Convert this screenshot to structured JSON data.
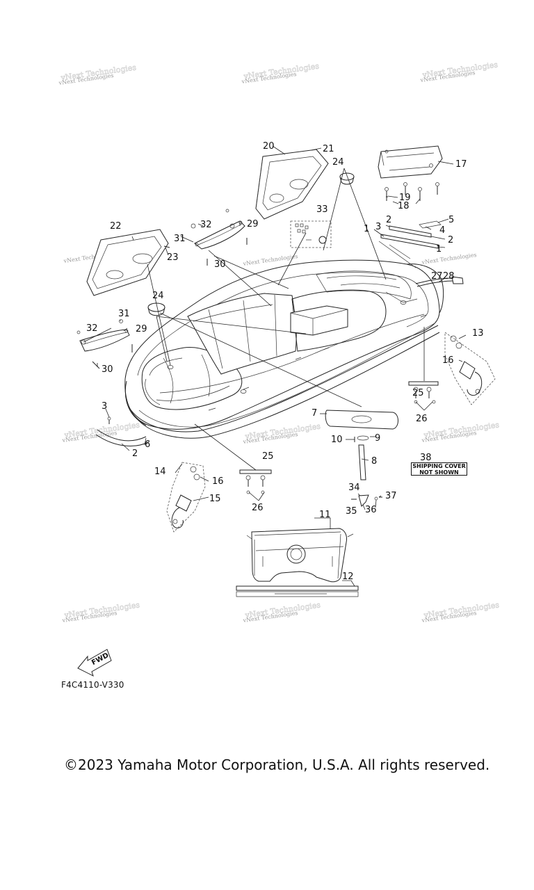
{
  "watermark": {
    "line1": "vNext Technologies",
    "line2": "vNext Technologies"
  },
  "callouts": {
    "c1": "1",
    "c2": "2",
    "c3": "3",
    "c4": "4",
    "c5": "5",
    "c6": "6",
    "c7": "7",
    "c8": "8",
    "c9": "9",
    "c10": "10",
    "c11": "11",
    "c12": "12",
    "c13": "13",
    "c14": "14",
    "c15": "15",
    "c16": "16",
    "c17": "17",
    "c18": "18",
    "c19": "19",
    "c20": "20",
    "c21": "21",
    "c22": "22",
    "c23": "23",
    "c24": "24",
    "c25": "25",
    "c26": "26",
    "c27": "27",
    "c28": "28",
    "c29": "29",
    "c30": "30",
    "c31": "31",
    "c32": "32",
    "c33": "33",
    "c34": "34",
    "c35": "35",
    "c36": "36",
    "c37": "37",
    "c38": "38"
  },
  "shipping_note": {
    "line1": "SHIPPING COVER",
    "line2": "NOT SHOWN"
  },
  "fwd_label": "FWD",
  "diagram_code": "F4C4110-V330",
  "copyright": "©2023 Yamaha Motor Corporation, U.S.A. All rights reserved."
}
